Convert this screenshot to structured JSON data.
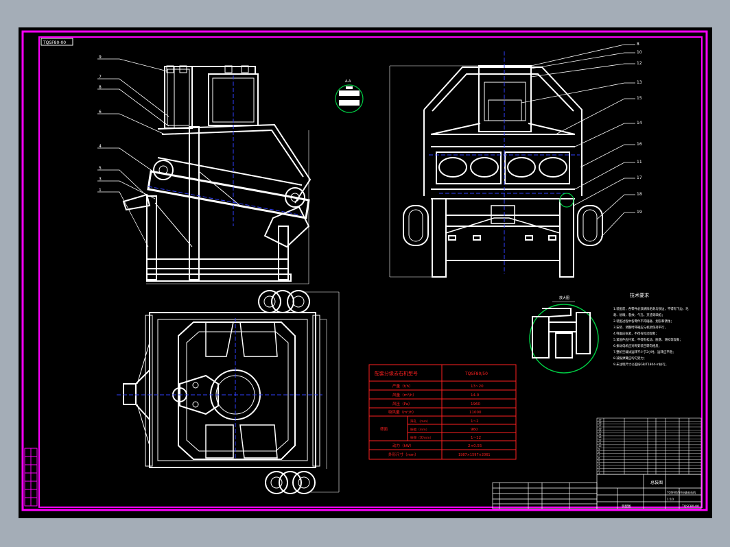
{
  "colors": {
    "background_outer": "#a4adb7",
    "sheet": "#000000",
    "frame": "#ff00ff",
    "lines": "#ffffff",
    "table_red": "#ff2020",
    "center_lines": "#3040ff",
    "detail_circle": "#00cc44"
  },
  "drawing_label": "装配图",
  "section_label": "A-A",
  "detail_label": "放大图",
  "callouts_left": [
    "9",
    "7",
    "8",
    "6",
    "4",
    "5",
    "3",
    "1"
  ],
  "callouts_right": [
    "8",
    "10",
    "12",
    "13",
    "15",
    "14",
    "16",
    "11",
    "17",
    "18",
    "19"
  ],
  "tech_requirements": {
    "title": "技术要求",
    "items": [
      "1.装配前，各零件必须清除毛刺与锐边，不得有飞边、毛",
      "刺、砂眼、裂纹、气孔、夹渣等缺陷；",
      "2.装配过程中各零件不得磕碰、划伤和锈蚀；",
      "3.安装、调整时筛箱应与机架保持平行，",
      "4.筛面应张紧，不得有松动现象；",
      "5.紧固件应拧紧，不得有松动、脱落、滑扣等现象；",
      "6.振动电机应对称安装且转向相反；",
      "7.整机空载试运转不少于2小时，运转应平稳；",
      "8.减振弹簧应均匀受力；",
      "9.未注明尺寸公差按GB/T1804-m执行。"
    ]
  },
  "spec_table": {
    "header_left": "配套分级去石机型号",
    "header_right": "TQSF80/50",
    "rows": [
      {
        "label": "产量（t/h）",
        "value": "13~20"
      },
      {
        "label": "风量（m³/h）",
        "value": "14.0"
      },
      {
        "label": "风压（Pa）",
        "value": "1960"
      },
      {
        "label": "吸风量（m³/h）",
        "value": "11000"
      },
      {
        "label": "筛孔 （mm）",
        "value": "1~2"
      },
      {
        "label": "振幅（mm）",
        "value": "960"
      },
      {
        "label": "振频（次/min）",
        "value": "1~12"
      },
      {
        "label": "动力（kW）",
        "value": "2×0.55"
      },
      {
        "label": "外形尺寸（mm）",
        "value": "1987×1597×2061"
      }
    ],
    "group_label": "筛面"
  },
  "parts_rows": [
    "1",
    "2",
    "3",
    "4",
    "5",
    "6",
    "7",
    "8",
    "9",
    "10",
    "11",
    "12",
    "13",
    "14",
    "15",
    "16",
    "17",
    "18",
    "19"
  ],
  "title_block": {
    "drawing_name": "总装图",
    "product": "TQSF80/50分级去石机",
    "scale": "1:10",
    "drawing_no": "TQSF80-00"
  }
}
